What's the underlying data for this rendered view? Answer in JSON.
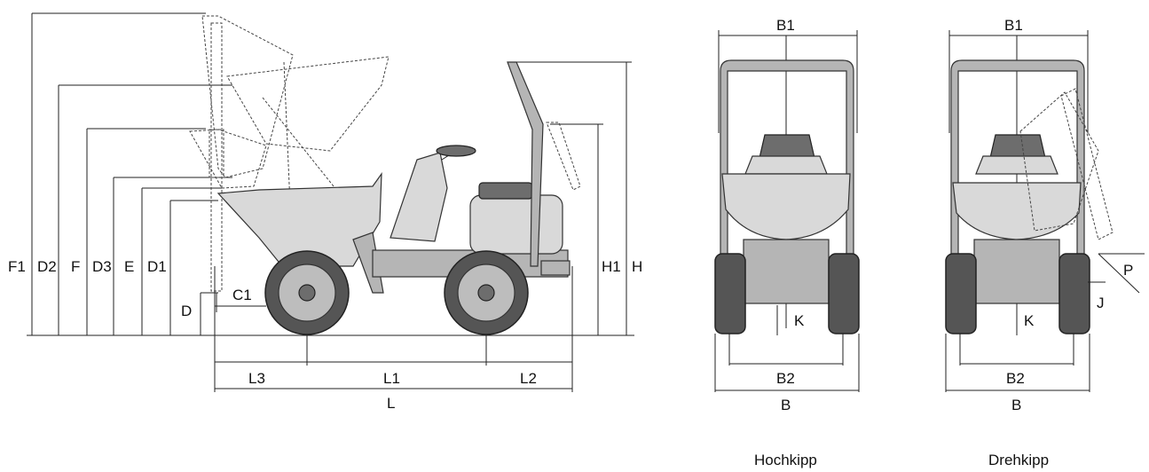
{
  "side_view": {
    "height_labels": [
      "F1",
      "D2",
      "F",
      "D3",
      "E",
      "D1"
    ],
    "label_d": "D",
    "label_c1": "C1",
    "label_h1": "H1",
    "label_h": "H",
    "label_l3": "L3",
    "label_l1": "L1",
    "label_l2": "L2",
    "label_l": "L"
  },
  "front_view_high": {
    "label_b1": "B1",
    "label_b2": "B2",
    "label_b": "B",
    "label_k": "K",
    "caption": "Hochkipp"
  },
  "front_view_swivel": {
    "label_b1": "B1",
    "label_b2": "B2",
    "label_b": "B",
    "label_k": "K",
    "label_j": "J",
    "label_p": "P",
    "caption": "Drehkipp"
  }
}
